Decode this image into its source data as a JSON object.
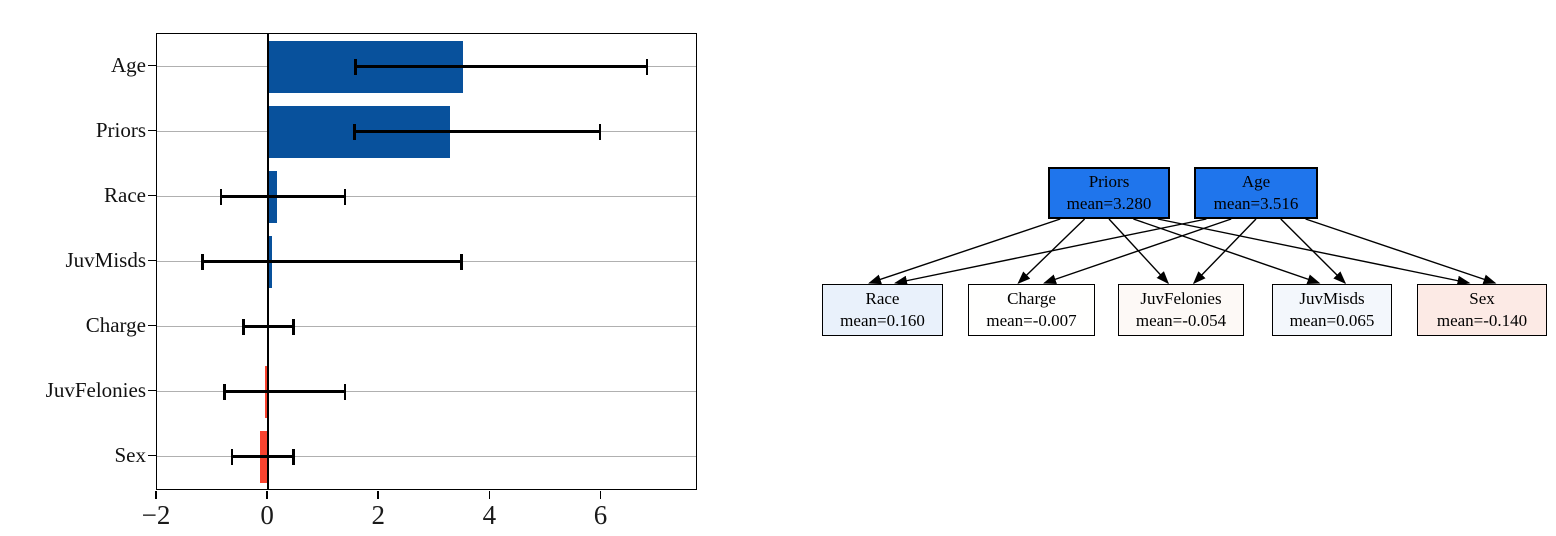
{
  "chart_data": {
    "type": "bar",
    "orientation": "horizontal",
    "title": "",
    "xlabel": "",
    "ylabel": "",
    "categories": [
      "Age",
      "Priors",
      "Race",
      "JuvMisds",
      "Charge",
      "JuvFelonies",
      "Sex"
    ],
    "values": [
      3.516,
      3.28,
      0.16,
      0.065,
      -0.007,
      -0.054,
      -0.14
    ],
    "error_low": [
      1.57,
      1.55,
      -0.85,
      -1.18,
      -0.44,
      -0.79,
      -0.65
    ],
    "error_high": [
      6.82,
      5.97,
      1.38,
      3.48,
      0.46,
      1.38,
      0.46
    ],
    "xlim": [
      -2,
      7.7
    ],
    "xtick_values": [
      -2,
      0,
      2,
      4,
      6
    ],
    "xtick_labels": [
      "−2",
      "0",
      "2",
      "4",
      "6"
    ],
    "grid": "horizontal",
    "gridline_color": "#b0b0b0",
    "positive_color": "#08519c",
    "negative_color": "#f9432f",
    "errorbar_color": "#000000",
    "legend": null
  },
  "diagram": {
    "top_nodes": [
      {
        "id": "priors",
        "label": "Priors",
        "mean_label": "mean=3.280",
        "fill": "#1f75ec"
      },
      {
        "id": "age",
        "label": "Age",
        "mean_label": "mean=3.516",
        "fill": "#1f75ec"
      }
    ],
    "bottom_nodes": [
      {
        "id": "race",
        "label": "Race",
        "mean_label": "mean=0.160",
        "fill": "#e9f1fb"
      },
      {
        "id": "charge",
        "label": "Charge",
        "mean_label": "mean=-0.007",
        "fill": "#fffffe"
      },
      {
        "id": "juvfelonies",
        "label": "JuvFelonies",
        "mean_label": "mean=-0.054",
        "fill": "#fdf9f6"
      },
      {
        "id": "juvmisds",
        "label": "JuvMisds",
        "mean_label": "mean=0.065",
        "fill": "#f3f7fc"
      },
      {
        "id": "sex",
        "label": "Sex",
        "mean_label": "mean=-0.140",
        "fill": "#fceae5"
      }
    ],
    "edges": [
      [
        "priors",
        "race"
      ],
      [
        "priors",
        "charge"
      ],
      [
        "priors",
        "juvfelonies"
      ],
      [
        "priors",
        "juvmisds"
      ],
      [
        "priors",
        "sex"
      ],
      [
        "age",
        "race"
      ],
      [
        "age",
        "charge"
      ],
      [
        "age",
        "juvfelonies"
      ],
      [
        "age",
        "juvmisds"
      ],
      [
        "age",
        "sex"
      ]
    ],
    "edge_color": "#000000"
  }
}
